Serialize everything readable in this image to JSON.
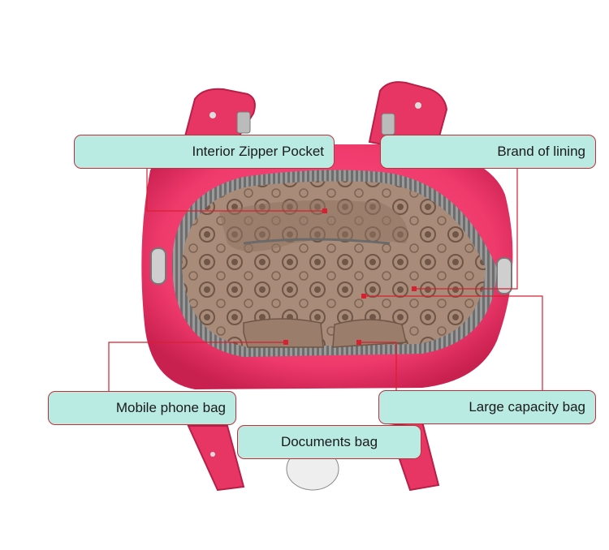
{
  "colors": {
    "bag": "#f03b6e",
    "bag_shadow": "#c8204f",
    "strap": "#e83664",
    "lining": "#a88b78",
    "zipper": "#8a8a8a",
    "callout_fill": "#b9ebe3",
    "callout_border": "#c0303a",
    "leader_line": "#d82030"
  },
  "callouts": {
    "interior_zipper_pocket": "Interior Zipper Pocket",
    "brand_of_lining": "Brand of lining",
    "mobile_phone_bag": "Mobile phone bag",
    "large_capacity_bag": "Large capacity bag",
    "documents_bag": "Documents bag"
  }
}
